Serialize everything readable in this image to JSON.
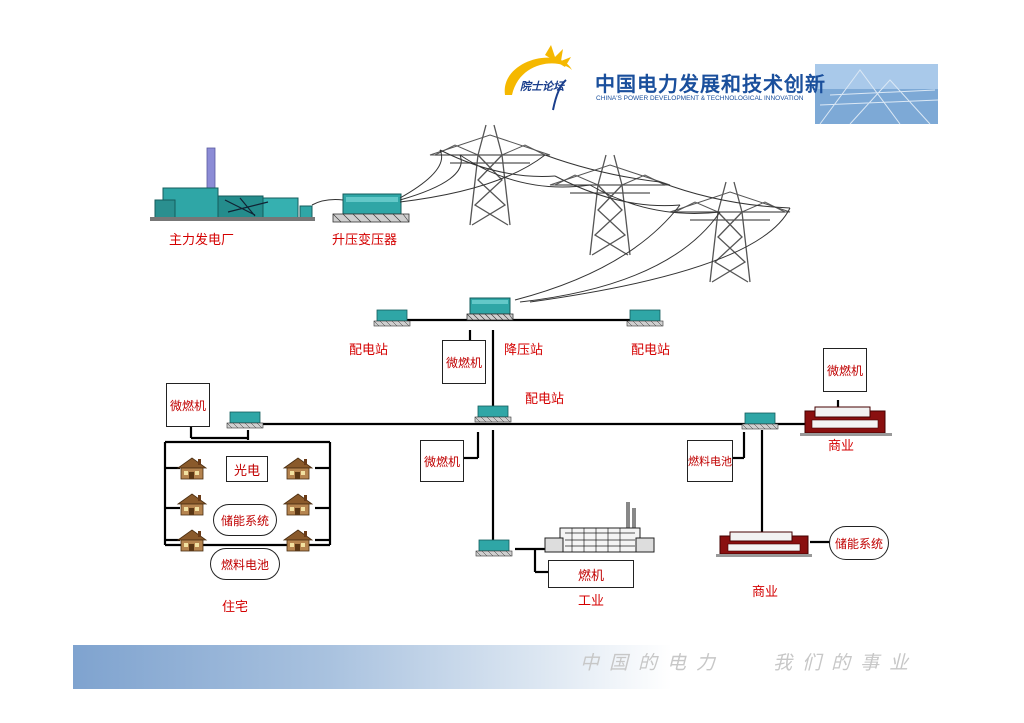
{
  "header": {
    "forum_logo_text": "院士论坛",
    "title": "中国电力发展和技术创新",
    "subtitle": "CHINA'S POWER DEVELOPMENT & TECHNOLOGICAL INNOVATION"
  },
  "labels": {
    "power_plant": "主力发电厂",
    "step_up": "升压变压器",
    "dist_left": "配电站",
    "step_down": "降压站",
    "dist_right": "配电站",
    "dist_center": "配电站",
    "micro_turbine_top": "微燃机",
    "micro_turbine_left": "微燃机",
    "micro_turbine_center": "微燃机",
    "micro_turbine_right": "微燃机",
    "fuel_cell_right": "燃料电池",
    "pv": "光电",
    "storage_res": "储能系统",
    "fuel_cell_res": "燃料电池",
    "residential": "住宅",
    "turbine_ind": "燃机",
    "industrial": "工业",
    "commercial_top": "商业",
    "commercial_bottom": "商业",
    "storage_comm": "储能系统"
  },
  "footer": {
    "slogan": "中国的电力   我们的事业"
  },
  "colors": {
    "label_red": "#d40000",
    "teal": "#2aa7a7",
    "title_blue": "#1a4f9c"
  }
}
